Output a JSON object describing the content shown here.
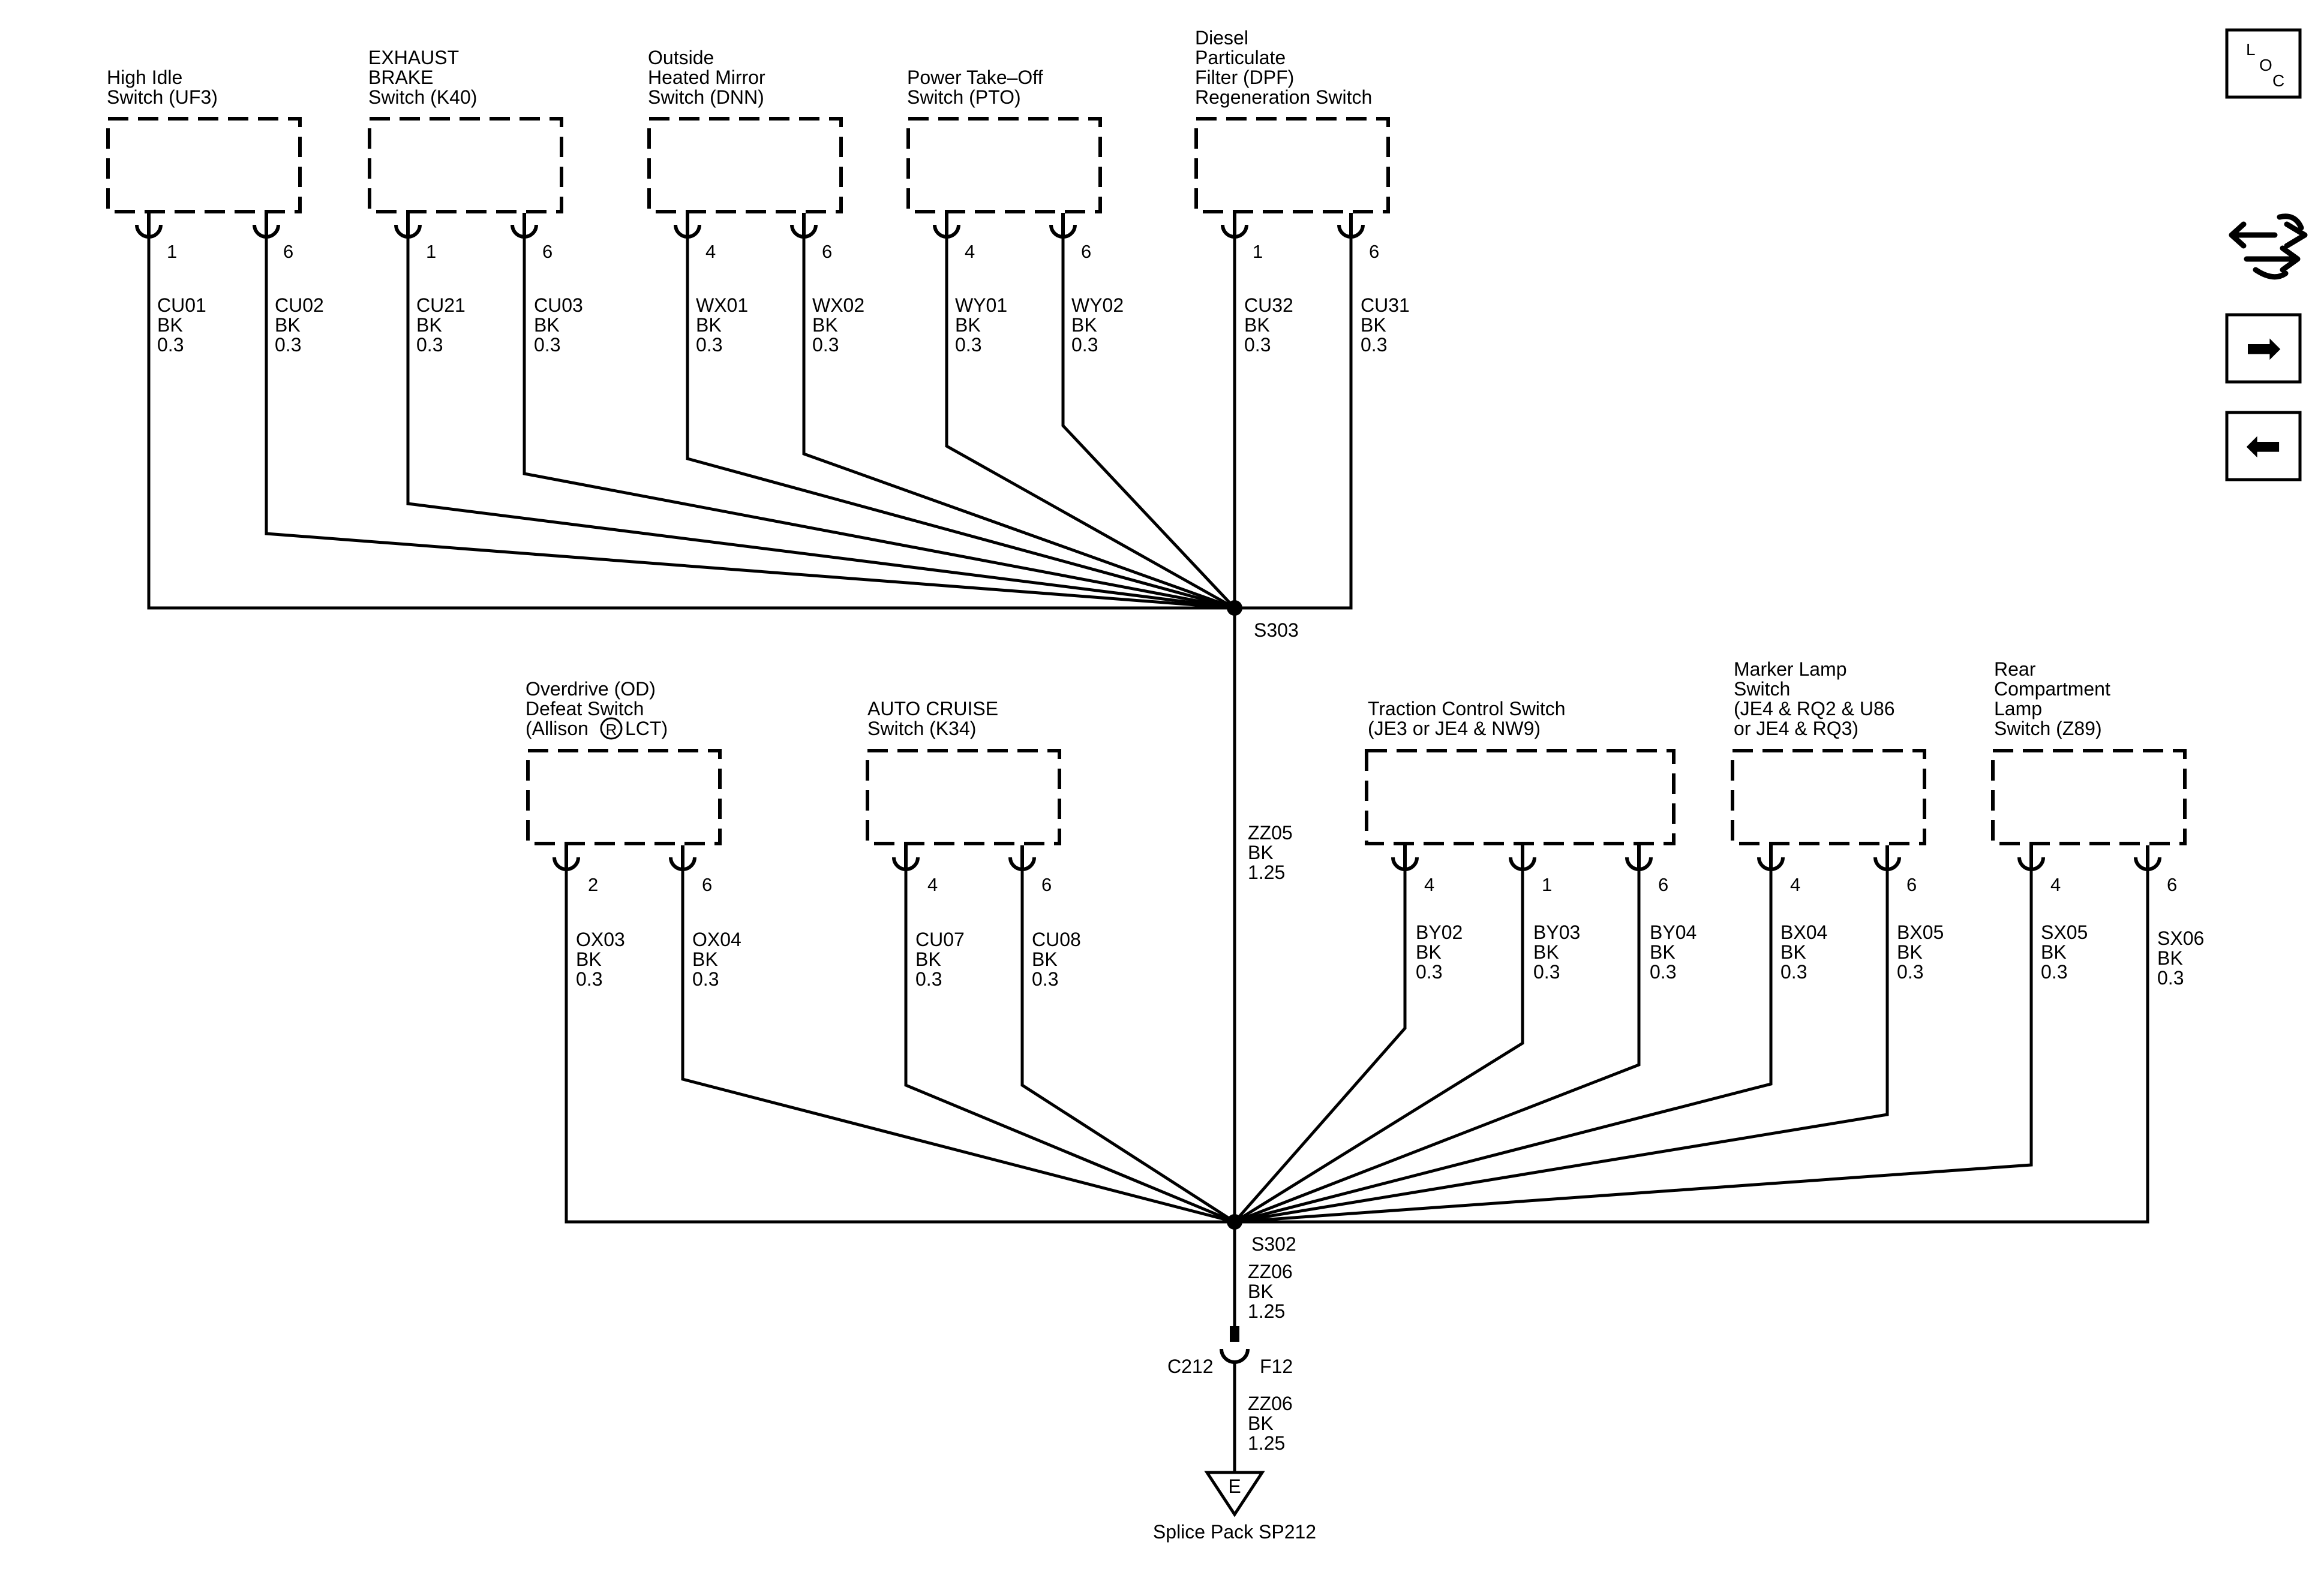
{
  "colors": {
    "ink": "#000000",
    "background": "#ffffff"
  },
  "components": [
    {
      "id": "uf3",
      "label": [
        "High Idle",
        "Switch (UF3)"
      ],
      "pins": [
        {
          "pin": "1",
          "wire": "CU01",
          "color": "BK",
          "size": "0.3"
        },
        {
          "pin": "6",
          "wire": "CU02",
          "color": "BK",
          "size": "0.3"
        }
      ]
    },
    {
      "id": "k40",
      "label": [
        "EXHAUST",
        "BRAKE",
        "Switch (K40)"
      ],
      "pins": [
        {
          "pin": "1",
          "wire": "CU21",
          "color": "BK",
          "size": "0.3"
        },
        {
          "pin": "6",
          "wire": "CU03",
          "color": "BK",
          "size": "0.3"
        }
      ]
    },
    {
      "id": "dnn",
      "label": [
        "Outside",
        "Heated Mirror",
        "Switch (DNN)"
      ],
      "pins": [
        {
          "pin": "4",
          "wire": "WX01",
          "color": "BK",
          "size": "0.3"
        },
        {
          "pin": "6",
          "wire": "WX02",
          "color": "BK",
          "size": "0.3"
        }
      ]
    },
    {
      "id": "pto",
      "label": [
        "Power Take–Off",
        "Switch (PTO)"
      ],
      "pins": [
        {
          "pin": "4",
          "wire": "WY01",
          "color": "BK",
          "size": "0.3"
        },
        {
          "pin": "6",
          "wire": "WY02",
          "color": "BK",
          "size": "0.3"
        }
      ]
    },
    {
      "id": "dpf",
      "label": [
        "Diesel",
        "Particulate",
        "Filter (DPF)",
        "Regeneration Switch"
      ],
      "pins": [
        {
          "pin": "1",
          "wire": "CU32",
          "color": "BK",
          "size": "0.3"
        },
        {
          "pin": "6",
          "wire": "CU31",
          "color": "BK",
          "size": "0.3"
        }
      ]
    },
    {
      "id": "od",
      "label": [
        "Overdrive (OD)",
        "Defeat Switch",
        "(Allison",
        "LCT)"
      ],
      "pins": [
        {
          "pin": "2",
          "wire": "OX03",
          "color": "BK",
          "size": "0.3"
        },
        {
          "pin": "6",
          "wire": "OX04",
          "color": "BK",
          "size": "0.3"
        }
      ]
    },
    {
      "id": "k34",
      "label": [
        "AUTO CRUISE",
        "Switch (K34)"
      ],
      "pins": [
        {
          "pin": "4",
          "wire": "CU07",
          "color": "BK",
          "size": "0.3"
        },
        {
          "pin": "6",
          "wire": "CU08",
          "color": "BK",
          "size": "0.3"
        }
      ]
    },
    {
      "id": "tcs",
      "label": [
        "Traction Control Switch",
        "(JE3 or JE4 & NW9)"
      ],
      "pins": [
        {
          "pin": "4",
          "wire": "BY02",
          "color": "BK",
          "size": "0.3"
        },
        {
          "pin": "1",
          "wire": "BY03",
          "color": "BK",
          "size": "0.3"
        },
        {
          "pin": "6",
          "wire": "BY04",
          "color": "BK",
          "size": "0.3"
        }
      ]
    },
    {
      "id": "marker",
      "label": [
        "Marker Lamp",
        "Switch",
        "(JE4 & RQ2 & U86",
        "or JE4 & RQ3)"
      ],
      "pins": [
        {
          "pin": "4",
          "wire": "BX04",
          "color": "BK",
          "size": "0.3"
        },
        {
          "pin": "6",
          "wire": "BX05",
          "color": "BK",
          "size": "0.3"
        }
      ]
    },
    {
      "id": "z89",
      "label": [
        "Rear",
        "Compartment",
        "Lamp",
        "Switch (Z89)"
      ],
      "pins": [
        {
          "pin": "4",
          "wire": "SX05",
          "color": "BK",
          "size": "0.3"
        },
        {
          "pin": "6",
          "wire": "SX06",
          "color": "BK",
          "size": "0.3"
        }
      ]
    }
  ],
  "allison_symbol": "R",
  "splices": {
    "upper": "S303",
    "lower": "S302"
  },
  "trunk_wires": {
    "upper": {
      "wire": "ZZ05",
      "color": "BK",
      "size": "1.25"
    },
    "lower": {
      "wire": "ZZ06",
      "color": "BK",
      "size": "1.25"
    },
    "bottom": {
      "wire": "ZZ06",
      "color": "BK",
      "size": "1.25"
    }
  },
  "connector": {
    "name": "C212",
    "pin": "F12"
  },
  "ground": {
    "symbol": "E",
    "label": "Splice Pack SP212"
  },
  "nav": {
    "loc_top": "L",
    "loc_mid": "O",
    "loc_bot": "C",
    "forward_arrow": "➡",
    "back_arrow": "⬅",
    "icons": [
      "loc-icon",
      "service-info-icon",
      "forward-arrow-icon",
      "back-arrow-icon"
    ]
  }
}
